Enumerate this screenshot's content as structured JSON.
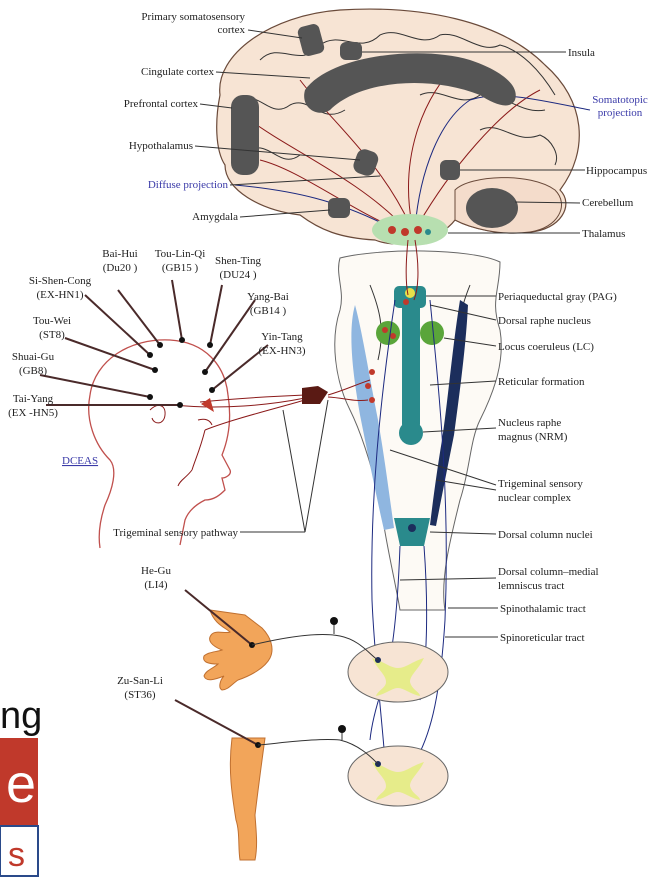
{
  "labels": {
    "primary_somatosensory_1": "Primary somatosensory",
    "primary_somatosensory_2": "cortex",
    "cingulate": "Cingulate cortex",
    "prefrontal": "Prefrontal cortex",
    "hypothalamus": "Hypothalamus",
    "diffuse": "Diffuse projection",
    "amygdala": "Amygdala",
    "insula": "Insula",
    "somatotopic_1": "Somatotopic",
    "somatotopic_2": "projection",
    "hippocampus": "Hippocampus",
    "cerebellum": "Cerebellum",
    "thalamus": "Thalamus",
    "pag": "Periaqueductal gray (PAG)",
    "dorsal_raphe": "Dorsal raphe nucleus",
    "locus": "Locus coeruleus (LC)",
    "reticular": "Reticular formation",
    "nrm_1": "Nucleus raphe",
    "nrm_2": "magnus (NRM)",
    "trig_complex_1": "Trigeminal sensory",
    "trig_complex_2": "nuclear complex",
    "dorsal_column_nuclei": "Dorsal column nuclei",
    "dcml_1": "Dorsal column–medial",
    "dcml_2": "lemniscus tract",
    "spinothalamic": "Spinothalamic tract",
    "spinoreticular": "Spinoreticular tract",
    "trig_pathway": "Trigeminal sensory pathway",
    "dceas": "DCEAS"
  },
  "acupoints": {
    "bai_hui_1": "Bai-Hui",
    "bai_hui_2": "(Du20 )",
    "tou_lin_qi_1": "Tou-Lin-Qi",
    "tou_lin_qi_2": "(GB15 )",
    "shen_ting_1": "Shen-Ting",
    "shen_ting_2": "(DU24 )",
    "si_shen_cong_1": "Si-Shen-Cong",
    "si_shen_cong_2": "(EX-HN1)",
    "yang_bai_1": "Yang-Bai",
    "yang_bai_2": "(GB14 )",
    "tou_wei_1": "Tou-Wei",
    "tou_wei_2": "(ST8)",
    "yin_tang_1": "Yin-Tang",
    "yin_tang_2": "(EX-HN3)",
    "shuai_gu_1": "Shuai-Gu",
    "shuai_gu_2": "(GB8)",
    "tai_yang_1": "Tai-Yang",
    "tai_yang_2": "(EX -HN5)",
    "he_gu_1": "He-Gu",
    "he_gu_2": "(LI4)",
    "zu_san_li_1": "Zu-San-Li",
    "zu_san_li_2": "(ST36)"
  },
  "overlay": {
    "fragment_ng": "ng",
    "fragment_e": "e",
    "fragment_s": "s"
  },
  "colors": {
    "brain_fill": "#f7e4d4",
    "region_gray": "#555555",
    "brainstem_teal": "#2a8a8c",
    "locus_green": "#5aa53a",
    "light_blue_tract": "#8fb6e0",
    "dark_navy_tract": "#1c2e5c",
    "nerve_red": "#8b1a1a",
    "spinal_yellow": "#e6ec8a",
    "skin_orange": "#f2a55a",
    "overlay_red": "#c0392b",
    "overlay_blue_border": "#2a4a8a"
  }
}
